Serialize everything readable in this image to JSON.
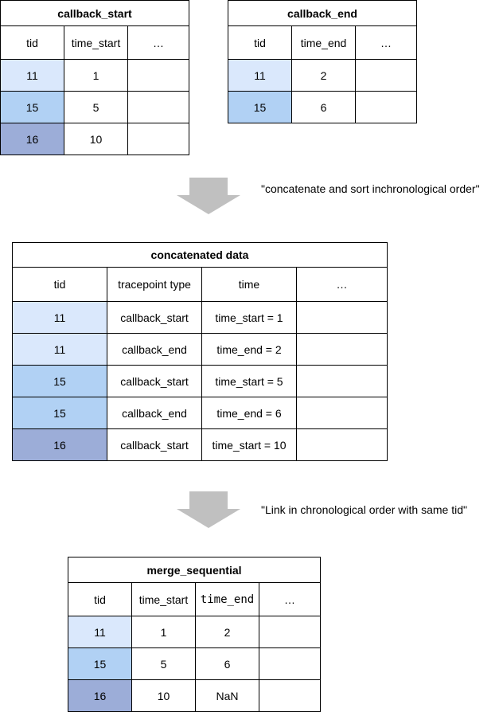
{
  "callback_start_table": {
    "title": "callback_start",
    "headers": [
      "tid",
      "time_start",
      "…"
    ],
    "rows": [
      {
        "tid": "11",
        "value": "1"
      },
      {
        "tid": "15",
        "value": "5"
      },
      {
        "tid": "16",
        "value": "10"
      }
    ]
  },
  "callback_end_table": {
    "title": "callback_end",
    "headers": [
      "tid",
      "time_end",
      "…"
    ],
    "rows": [
      {
        "tid": "11",
        "value": "2"
      },
      {
        "tid": "15",
        "value": "6"
      }
    ]
  },
  "step1_caption": "\"concatenate and sort inchronological order\"",
  "concatenated_table": {
    "title": "concatenated data",
    "headers": [
      "tid",
      "tracepoint type",
      "time",
      "…"
    ],
    "rows": [
      {
        "tid": "11",
        "type": "callback_start",
        "time": "time_start = 1"
      },
      {
        "tid": "11",
        "type": "callback_end",
        "time": "time_end = 2"
      },
      {
        "tid": "15",
        "type": "callback_start",
        "time": "time_start = 5"
      },
      {
        "tid": "15",
        "type": "callback_end",
        "time": "time_end = 6"
      },
      {
        "tid": "16",
        "type": "callback_start",
        "time": "time_start = 10"
      }
    ]
  },
  "step2_caption": "\"Link in chronological order with same tid\"",
  "merge_table": {
    "title": "merge_sequential",
    "headers": [
      "tid",
      "time_start",
      "time_end",
      "…"
    ],
    "rows": [
      {
        "tid": "11",
        "start": "1",
        "end": "2"
      },
      {
        "tid": "15",
        "start": "5",
        "end": "6"
      },
      {
        "tid": "16",
        "start": "10",
        "end": "NaN"
      }
    ]
  },
  "colors": {
    "tid_11": "#dae8fc",
    "tid_15": "#b1d1f4",
    "tid_16": "#9cadd8",
    "arrow": "#c0c0c0"
  }
}
